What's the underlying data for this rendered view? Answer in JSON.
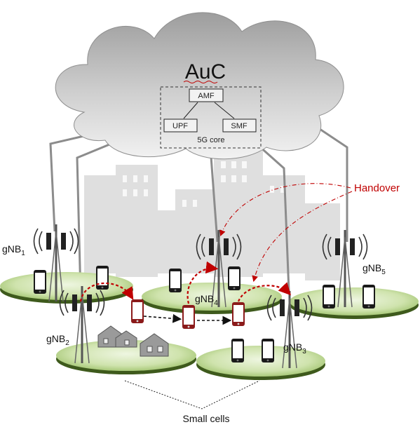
{
  "cloud": {
    "title": "AuC",
    "core_label": "5G core",
    "functions": {
      "amf": "AMF",
      "upf": "UPF",
      "smf": "SMF"
    }
  },
  "handover": {
    "label": "Handover",
    "color": "#c00000"
  },
  "stations": {
    "gnb1": {
      "base": "gNB",
      "sub": "1"
    },
    "gnb2": {
      "base": "gNB",
      "sub": "2"
    },
    "gnb3": {
      "base": "gNB",
      "sub": "3"
    },
    "gnb4": {
      "base": "gNB",
      "sub": "4"
    },
    "gnb5": {
      "base": "gNB",
      "sub": "5"
    }
  },
  "small_cells_label": "Small cells",
  "colors": {
    "cell_fill": "#c9dfa6",
    "cell_dark": "#3e5a1c",
    "cloud": "#bdbdbd",
    "city": "#d9d9d9",
    "handover_phone": "#8b1a1a"
  }
}
